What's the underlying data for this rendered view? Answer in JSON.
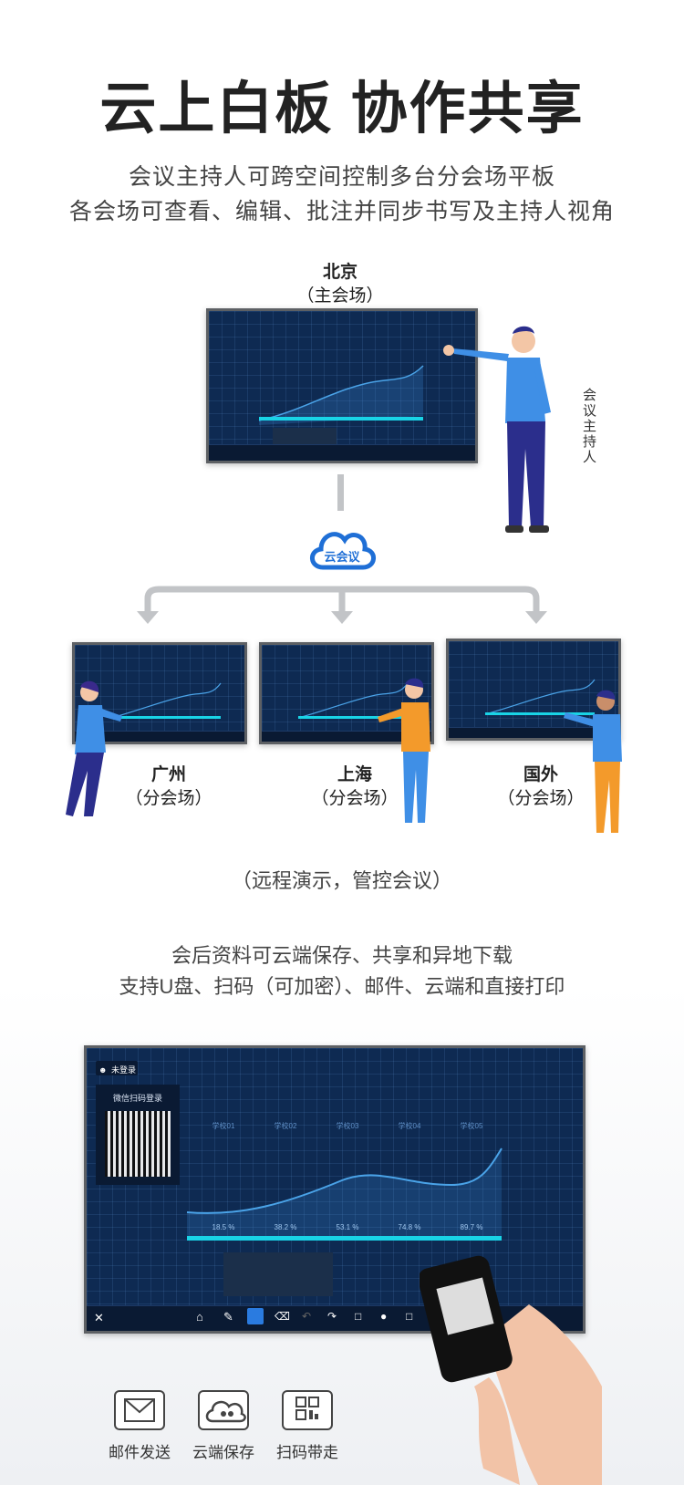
{
  "header": {
    "title": "云上白板 协作共享",
    "line1": "会议主持人可跨空间控制多台分会场平板",
    "line2": "各会场可查看、编辑、批注并同步书写及主持人视角"
  },
  "main_site": {
    "name": "北京",
    "sub": "（主会场）",
    "host_label": "会议主持人"
  },
  "cloud": {
    "label": "云会议"
  },
  "branches": [
    {
      "name": "广州",
      "sub": "（分会场）"
    },
    {
      "name": "上海",
      "sub": "（分会场）"
    },
    {
      "name": "国外",
      "sub": "（分会场）"
    }
  ],
  "caption": "（远程演示，管控会议）",
  "section2": {
    "line1": "会后资料可云端保存、共享和异地下载",
    "line2": "支持U盘、扫码（可加密）、邮件、云端和直接打印"
  },
  "big_board": {
    "login_badge": "未登录",
    "qr_title": "微信扫码登录",
    "columns": [
      {
        "head": "学校01",
        "value": "18.5 %"
      },
      {
        "head": "学校02",
        "value": "38.2 %"
      },
      {
        "head": "学校03",
        "value": "53.1 %"
      },
      {
        "head": "学校04",
        "value": "74.8 %"
      },
      {
        "head": "学校05",
        "value": "89.7 %"
      }
    ]
  },
  "features": [
    {
      "label": "邮件发送",
      "icon": "mail-icon"
    },
    {
      "label": "云端保存",
      "icon": "cloud-users-icon"
    },
    {
      "label": "扫码带走",
      "icon": "qr-code-icon"
    }
  ],
  "colors": {
    "board_bg": "#0e2a52",
    "accent_cyan": "#19d3e6",
    "cloud_blue": "#1f6fd6",
    "arrow_gray": "#c2c4c7"
  }
}
